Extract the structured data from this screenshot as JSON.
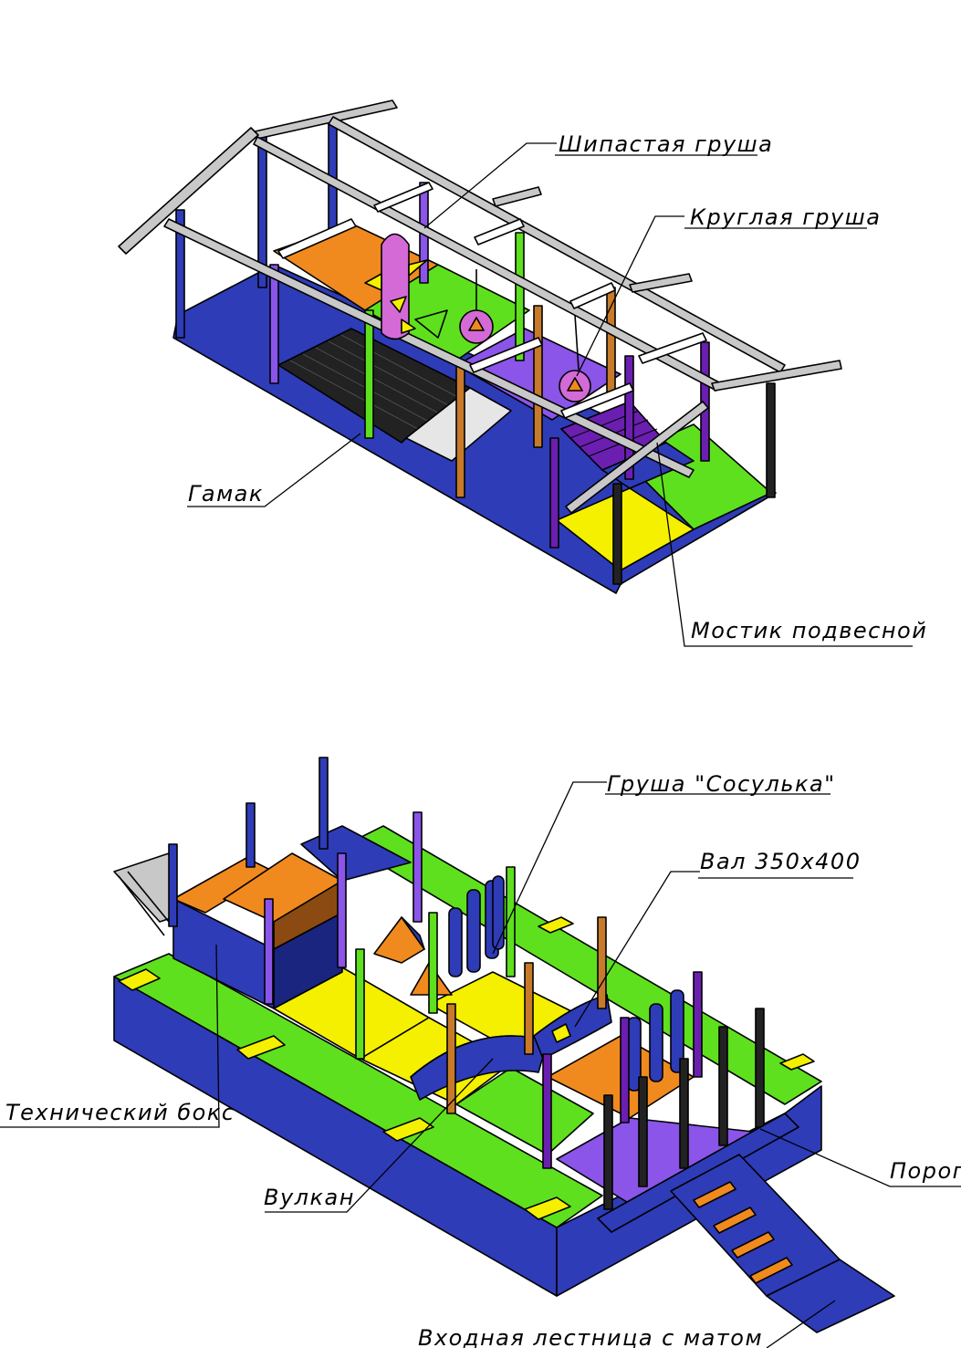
{
  "colors": {
    "blue": "#2e3cb8",
    "darkblue": "#1a2580",
    "green": "#5ee01e",
    "yellow": "#f4f000",
    "orange": "#f08a1e",
    "purple": "#8a55e8",
    "violet": "#6a1fb0",
    "brown": "#c77a2a",
    "pink": "#d36ad6",
    "frame": "#c8c8c8",
    "black": "#000000"
  },
  "top_diagram": {
    "labels": {
      "spiked_bag": "Шипастая груша",
      "round_bag": "Круглая груша",
      "hammock": "Гамак",
      "suspension_bridge": "Мостик подвесной"
    }
  },
  "bottom_diagram": {
    "labels": {
      "icicle_bag": "Груша \"Сосулька\"",
      "roller": "Вал 350х400",
      "technical_box": "Технический бокс",
      "volcano": "Вулкан",
      "threshold": "Порог",
      "entry_ladder": "Входная лестница с матом"
    }
  }
}
